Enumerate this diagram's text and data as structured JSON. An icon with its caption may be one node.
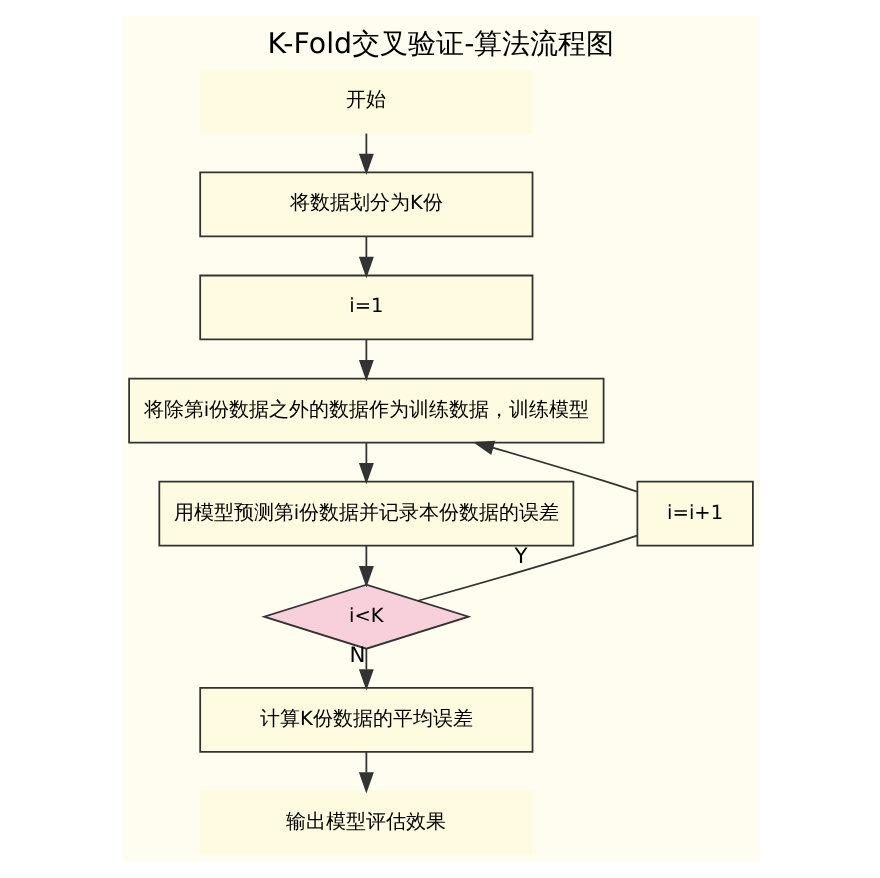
{
  "diagram": {
    "title": "K-Fold交叉验证-算法流程图",
    "nodes": [
      {
        "text": [
          "开始"
        ]
      },
      {
        "text": [
          "将数据划分为K份"
        ]
      },
      {
        "text": [
          "i=1"
        ]
      },
      {
        "text": [
          "将除第i份数据之外的数据作为训练数据，训练模型"
        ]
      },
      {
        "text": [
          "用模型预测第i份数据并记录本份数据的误差"
        ]
      },
      {
        "text": [
          "i<K"
        ]
      },
      {
        "text": [
          "i=i+1"
        ]
      },
      {
        "text": [
          "计算K份数据的平均误差"
        ]
      },
      {
        "text": [
          "输出模型评估效果"
        ]
      }
    ],
    "edges": [
      {
        "from": 0,
        "to": 1,
        "arrow": "to"
      },
      {
        "from": 1,
        "to": 2,
        "arrow": "to"
      },
      {
        "from": 2,
        "to": 3,
        "arrow": "to"
      },
      {
        "from": 3,
        "to": 4,
        "arrow": "to"
      },
      {
        "from": 4,
        "to": 5,
        "arrow": "to"
      },
      {
        "from": 5,
        "to": 6,
        "arrow": "none",
        "label": "Y"
      },
      {
        "from": 6,
        "to": 3,
        "arrow": "to"
      },
      {
        "from": 5,
        "to": 7,
        "arrow": "to",
        "label": "N"
      },
      {
        "from": 7,
        "to": 8,
        "arrow": "to"
      }
    ]
  }
}
